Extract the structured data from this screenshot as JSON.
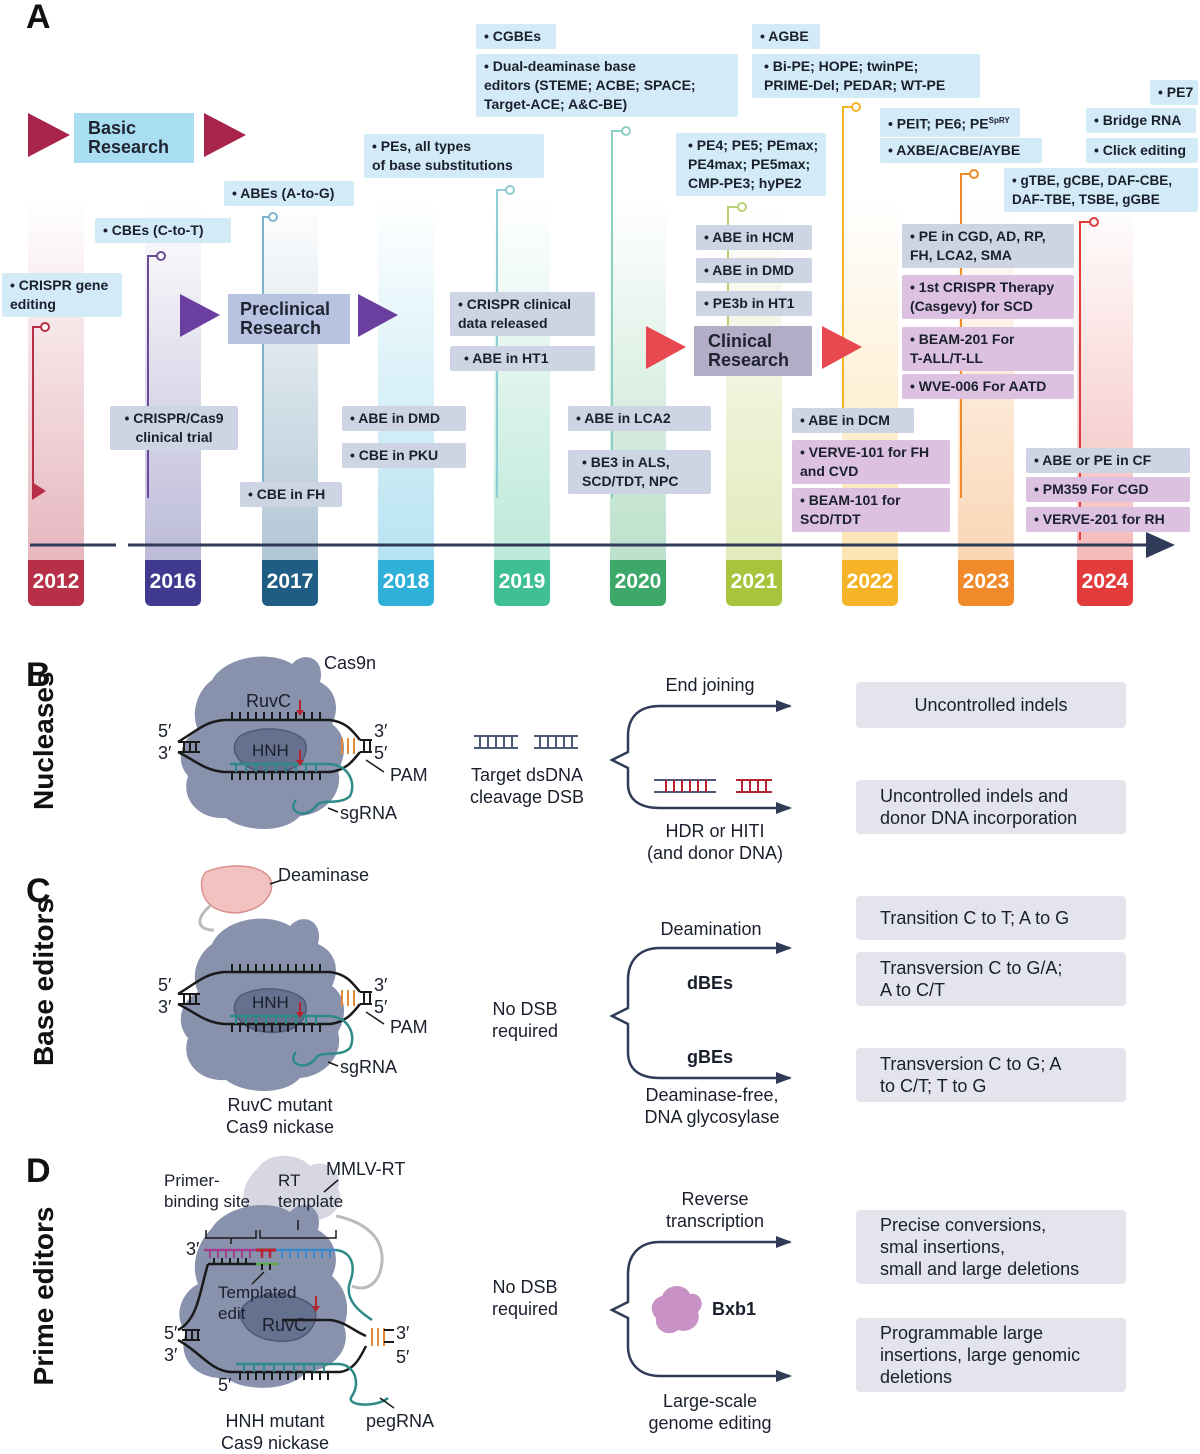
{
  "panels": {
    "a": "A",
    "b": "B",
    "c": "C",
    "d": "D"
  },
  "side_titles": {
    "b": "Nucleases",
    "c": "Base editors",
    "d": "Prime editors"
  },
  "phases": {
    "basic": [
      "Basic",
      "Research"
    ],
    "preclinical": [
      "Preclinical",
      "Research"
    ],
    "clinical": [
      "Clinical",
      "Research"
    ]
  },
  "years": [
    {
      "label": "2012",
      "color": "#b83047"
    },
    {
      "label": "2016",
      "color": "#3f3a8f"
    },
    {
      "label": "2017",
      "color": "#1f5d85"
    },
    {
      "label": "2018",
      "color": "#2fb0d9"
    },
    {
      "label": "2019",
      "color": "#3fbf95"
    },
    {
      "label": "2020",
      "color": "#3ea86b"
    },
    {
      "label": "2021",
      "color": "#a8c43c"
    },
    {
      "label": "2022",
      "color": "#f5b428"
    },
    {
      "label": "2023",
      "color": "#f08a2a"
    },
    {
      "label": "2024",
      "color": "#e23b3b"
    }
  ],
  "timeline_boxes": {
    "crispr": [
      "• CRISPR gene",
      "editing"
    ],
    "cbes": [
      "• CBEs (C-to-T)"
    ],
    "cas9_trial": [
      "• CRISPR/Cas9",
      "clinical trial"
    ],
    "abes": [
      "• ABEs (A-to-G)"
    ],
    "cbe_fh": [
      "• CBE in FH"
    ],
    "pes": [
      "• PEs, all types",
      "of base substitutions"
    ],
    "abe_dmd_2018": [
      "• ABE in DMD"
    ],
    "cbe_pku": [
      "• CBE in PKU"
    ],
    "cgbes": [
      "• CGBEs"
    ],
    "dual": [
      "• Dual-deaminase base",
      "editors (STEME; ACBE; SPACE;",
      "Target-ACE; A&C-BE)"
    ],
    "crispr_data": [
      "• CRISPR clinical",
      "data released"
    ],
    "abe_ht1": [
      "• ABE in HT1"
    ],
    "abe_lca2": [
      "• ABE in LCA2"
    ],
    "be3": [
      "• BE3 in ALS,",
      "SCD/TDT, NPC"
    ],
    "pe4": [
      "• PE4; PE5; PEmax;",
      "PE4max; PE5max;",
      "CMP-PE3; hyPE2"
    ],
    "abe_hcm": [
      "• ABE in HCM"
    ],
    "abe_dmd_2021": [
      "• ABE in DMD"
    ],
    "pe3b": [
      "• PE3b in HT1"
    ],
    "agbe": [
      "• AGBE"
    ],
    "bipe": [
      "• Bi-PE; HOPE; twinPE;",
      "PRIME-Del; PEDAR; WT-PE"
    ],
    "abe_dcm": [
      "• ABE in DCM"
    ],
    "verve101": [
      "• VERVE-101 for FH",
      "and CVD"
    ],
    "beam101": [
      "• BEAM-101 for",
      "SCD/TDT"
    ],
    "peit": [
      "• PEIT; PE6; PE"
    ],
    "peit_sup": "SpRY",
    "axbe": [
      "• AXBE/ACBE/AYBE"
    ],
    "pe_cgd": [
      "• PE in CGD, AD, RP,",
      "FH, LCA2, SMA"
    ],
    "casgevy": [
      "• 1st CRISPR Therapy",
      "(Casgevy) for SCD"
    ],
    "beam201": [
      "• BEAM-201 For",
      "T-ALL/T-LL"
    ],
    "wve": [
      "• WVE-006 For AATD"
    ],
    "pe7": [
      "• PE7"
    ],
    "bridge": [
      "• Bridge RNA"
    ],
    "click": [
      "• Click editing"
    ],
    "gtbe": [
      "• gTBE, gCBE, DAF-CBE,",
      "DAF-TBE,  TSBE, gGBE"
    ],
    "abe_cf": [
      "• ABE or PE in CF"
    ],
    "pm359": [
      "• PM359 For CGD"
    ],
    "verve201": [
      "• VERVE-201 for RH"
    ]
  },
  "panel_b": {
    "cas9n": "Cas9n",
    "ruvc": "RuvC",
    "hnh": "HNH",
    "five_prime_top": "5′",
    "three_prime_bottom": "3′",
    "three_prime_top": "3′",
    "five_prime_bottom": "5′",
    "pam": "PAM",
    "sgrna": "sgRNA",
    "cleavage": [
      "Target dsDNA",
      "cleavage DSB"
    ],
    "end_joining": "End joining",
    "hdr": [
      "HDR or HITI",
      "(and donor DNA)"
    ],
    "outcome1": [
      "Uncontrolled indels"
    ],
    "outcome2": [
      "Uncontrolled indels and",
      "donor DNA incorporation"
    ]
  },
  "panel_c": {
    "deaminase": "Deaminase",
    "hnh": "HNH",
    "five_prime_top": "5′",
    "three_prime_bottom": "3′",
    "three_prime_top": "3′",
    "five_prime_bottom": "5′",
    "pam": "PAM",
    "sgrna": "sgRNA",
    "mutant": [
      "RuvC mutant",
      "Cas9 nickase"
    ],
    "no_dsb": [
      "No DSB",
      "required"
    ],
    "deamination": "Deamination",
    "dbes": "dBEs",
    "gbes": "gBEs",
    "deaminase_free": [
      "Deaminase-free,",
      "DNA glycosylase"
    ],
    "outcome1": [
      "Transition C to T; A to G"
    ],
    "outcome2": [
      "Transversion C to G/A;",
      "A to C/T"
    ],
    "outcome3": [
      "Transversion C to G; A",
      "to C/T; T to G"
    ]
  },
  "panel_d": {
    "mmlv": "MMLV-RT",
    "pbs": [
      "Primer-",
      "binding site"
    ],
    "rt": [
      "RT",
      "template"
    ],
    "templated": [
      "Templated",
      "edit"
    ],
    "ruvc": "RuvC",
    "three_prime_top": "3′",
    "five_prime_left": "5′",
    "three_prime_left": "3′",
    "three_prime_right": "3′",
    "five_prime_right": "5′",
    "five_prime_bottom": "5′",
    "mutant": [
      "HNH mutant",
      "Cas9 nickase"
    ],
    "pegrna": "pegRNA",
    "no_dsb": [
      "No DSB",
      "required"
    ],
    "rev": [
      "Reverse",
      "transcription"
    ],
    "bxb1": "Bxb1",
    "large": [
      "Large-scale",
      "genome editing"
    ],
    "outcome1": [
      "Precise conversions,",
      "smal insertions,",
      "small and large deletions"
    ],
    "outcome2": [
      "Programmable large",
      "insertions, large genomic",
      "deletions"
    ]
  }
}
